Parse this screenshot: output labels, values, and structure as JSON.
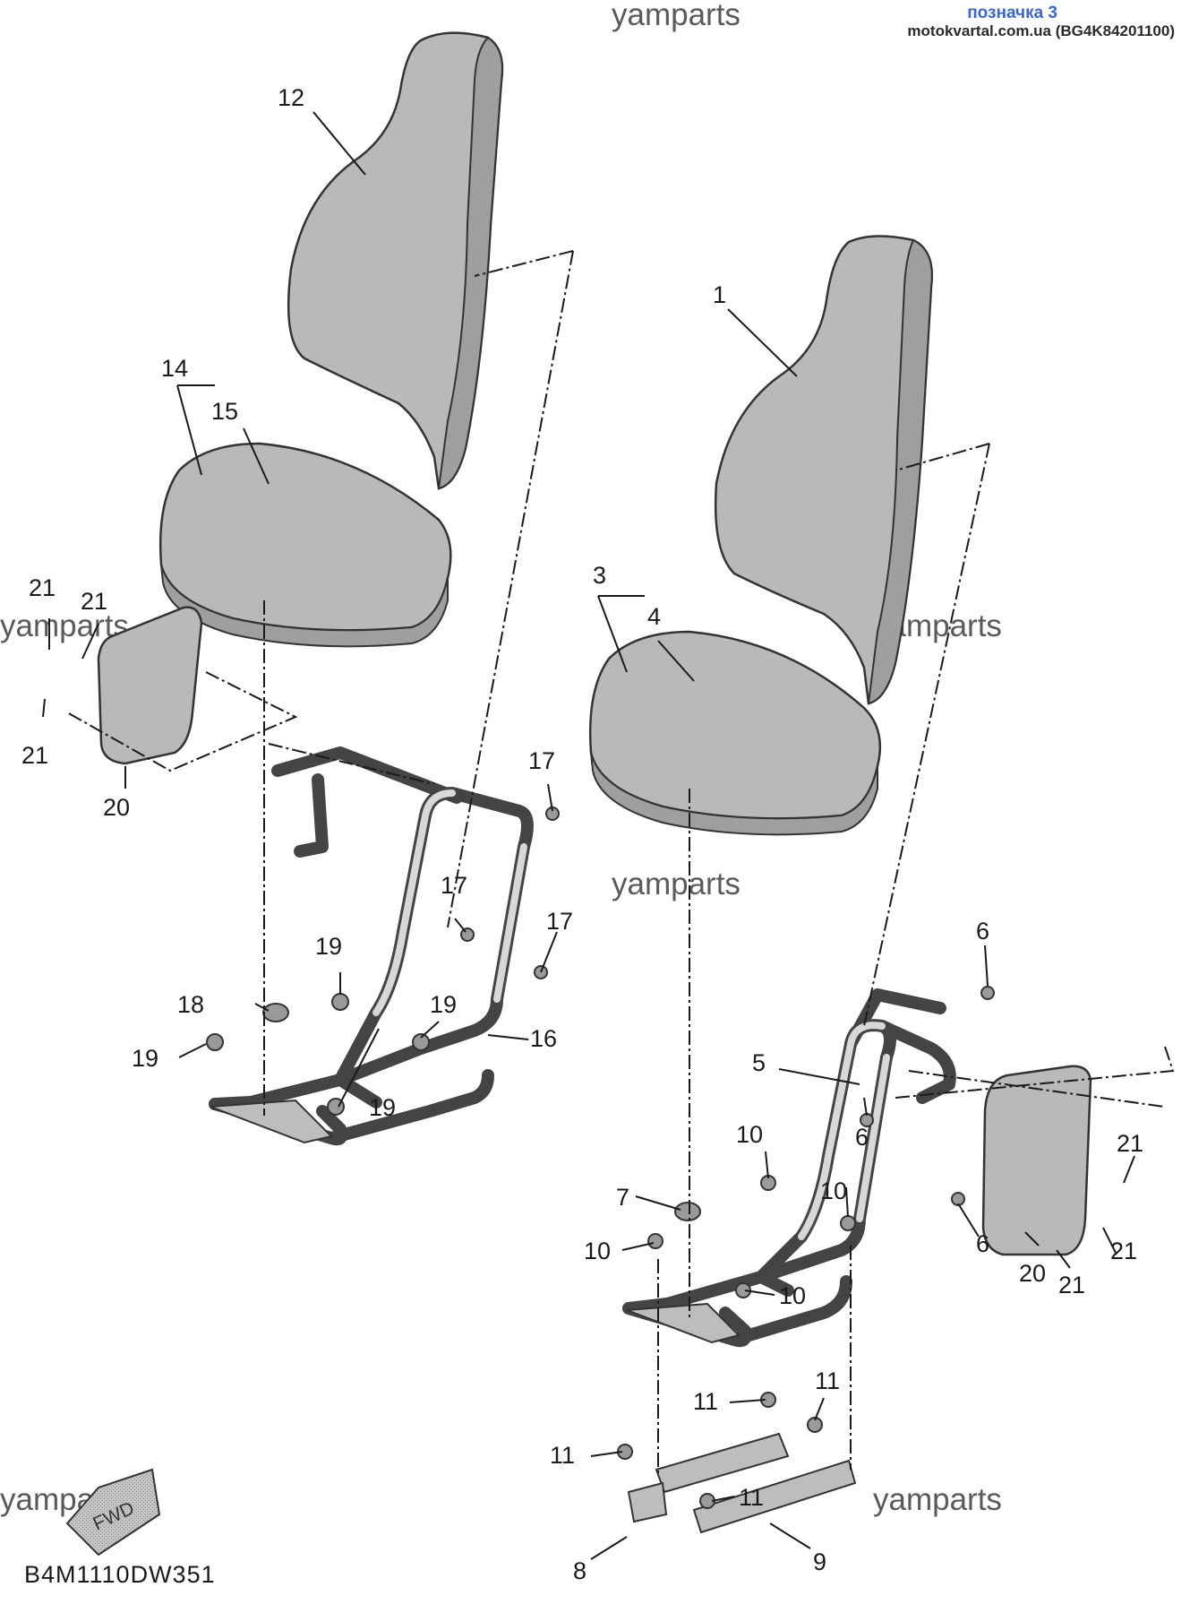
{
  "header": {
    "tag": "позначка 3",
    "source": "motokvartal.com.ua (BG4K84201100)"
  },
  "watermark": "yamparts",
  "diagram_code": "B4M1110DW351",
  "fwd_label": "FWD",
  "callouts": [
    {
      "id": "c12",
      "text": "12"
    },
    {
      "id": "c14",
      "text": "14"
    },
    {
      "id": "c15",
      "text": "15"
    },
    {
      "id": "c1",
      "text": "1"
    },
    {
      "id": "c3",
      "text": "3"
    },
    {
      "id": "c4",
      "text": "4"
    },
    {
      "id": "c21a",
      "text": "21"
    },
    {
      "id": "c21b",
      "text": "21"
    },
    {
      "id": "c21c",
      "text": "21"
    },
    {
      "id": "c20a",
      "text": "20"
    },
    {
      "id": "c17a",
      "text": "17"
    },
    {
      "id": "c17b",
      "text": "17"
    },
    {
      "id": "c17c",
      "text": "17"
    },
    {
      "id": "c19a",
      "text": "19"
    },
    {
      "id": "c19b",
      "text": "19"
    },
    {
      "id": "c19c",
      "text": "19"
    },
    {
      "id": "c19d",
      "text": "19"
    },
    {
      "id": "c18",
      "text": "18"
    },
    {
      "id": "c16",
      "text": "16"
    },
    {
      "id": "c6a",
      "text": "6"
    },
    {
      "id": "c6b",
      "text": "6"
    },
    {
      "id": "c6c",
      "text": "6"
    },
    {
      "id": "c5",
      "text": "5"
    },
    {
      "id": "c10a",
      "text": "10"
    },
    {
      "id": "c10b",
      "text": "10"
    },
    {
      "id": "c10c",
      "text": "10"
    },
    {
      "id": "c10d",
      "text": "10"
    },
    {
      "id": "c7",
      "text": "7"
    },
    {
      "id": "c21d",
      "text": "21"
    },
    {
      "id": "c21e",
      "text": "21"
    },
    {
      "id": "c21f",
      "text": "21"
    },
    {
      "id": "c20b",
      "text": "20"
    },
    {
      "id": "c11a",
      "text": "11"
    },
    {
      "id": "c11b",
      "text": "11"
    },
    {
      "id": "c11c",
      "text": "11"
    },
    {
      "id": "c11d",
      "text": "11"
    },
    {
      "id": "c8",
      "text": "8"
    },
    {
      "id": "c9",
      "text": "9"
    }
  ]
}
